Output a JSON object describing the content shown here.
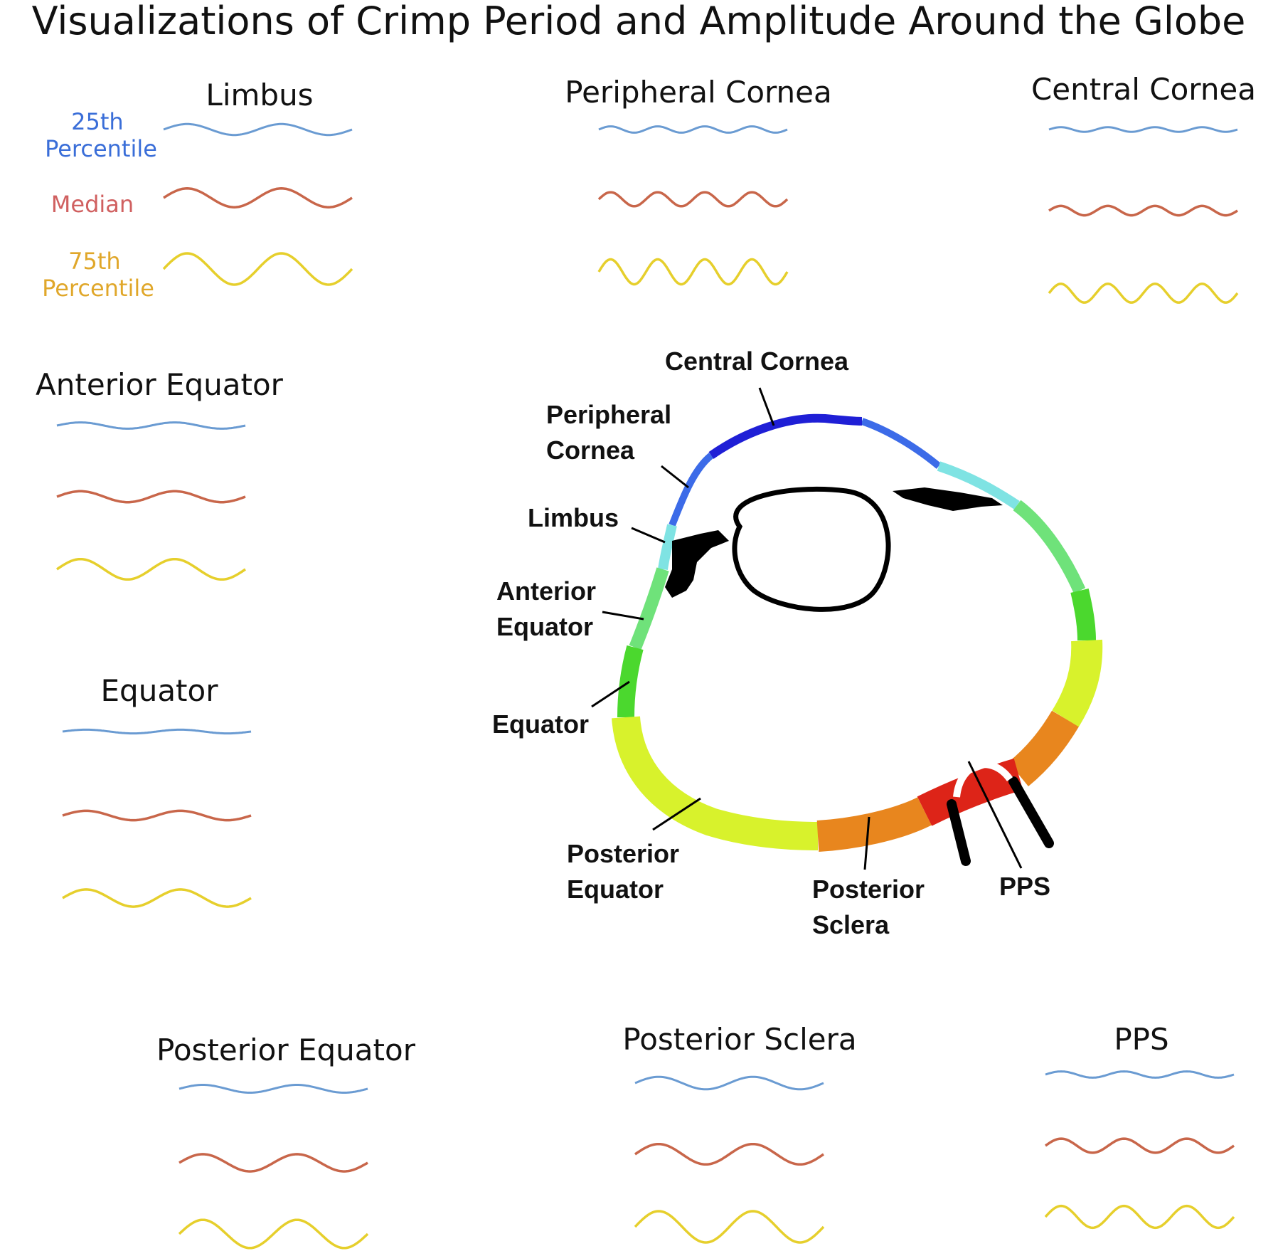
{
  "title": "Visualizations of Crimp Period and Amplitude Around the Globe",
  "legend": {
    "p25": "25th Percentile",
    "p25_lines": [
      "25th",
      "Percentile"
    ],
    "median": "Median",
    "p75": "75th Percentile",
    "p75_lines": [
      "75th",
      "Percentile"
    ]
  },
  "colors": {
    "p25": "#6a9bd2",
    "median": "#c8664a",
    "p75": "#e6cf2c",
    "p25_label": "#3a6ed8",
    "median_label": "#d06060",
    "p75_label": "#e0a72a",
    "central_cornea": "#1f1fd6",
    "peripheral_cornea": "#3c6be8",
    "limbus": "#7fe3e3",
    "anterior_equator": "#6fe27a",
    "equator": "#4bd82e",
    "posterior_equator": "#d8f22c",
    "posterior_sclera": "#e8861e",
    "pps": "#dd2418"
  },
  "regions": [
    {
      "id": "limbus",
      "name": "Limbus",
      "waves": [
        {
          "period": 2,
          "amplitude": 0.35
        },
        {
          "period": 2,
          "amplitude": 0.6
        },
        {
          "period": 2,
          "amplitude": 1.0
        }
      ]
    },
    {
      "id": "peripheral_cornea",
      "name": "Peripheral Cornea",
      "waves": [
        {
          "period": 4,
          "amplitude": 0.2
        },
        {
          "period": 4,
          "amplitude": 0.45
        },
        {
          "period": 4,
          "amplitude": 0.8
        }
      ]
    },
    {
      "id": "central_cornea",
      "name": "Central Cornea",
      "waves": [
        {
          "period": 4,
          "amplitude": 0.15
        },
        {
          "period": 4,
          "amplitude": 0.3
        },
        {
          "period": 4,
          "amplitude": 0.6
        }
      ]
    },
    {
      "id": "anterior_equator",
      "name": "Anterior Equator",
      "waves": [
        {
          "period": 2,
          "amplitude": 0.2
        },
        {
          "period": 2,
          "amplitude": 0.35
        },
        {
          "period": 2,
          "amplitude": 0.65
        }
      ]
    },
    {
      "id": "equator",
      "name": "Equator",
      "waves": [
        {
          "period": 2,
          "amplitude": 0.12
        },
        {
          "period": 2,
          "amplitude": 0.3
        },
        {
          "period": 2,
          "amplitude": 0.55
        }
      ]
    },
    {
      "id": "posterior_equator",
      "name": "Posterior Equator",
      "waves": [
        {
          "period": 2,
          "amplitude": 0.25
        },
        {
          "period": 2,
          "amplitude": 0.55
        },
        {
          "period": 2,
          "amplitude": 0.9
        }
      ]
    },
    {
      "id": "posterior_sclera",
      "name": "Posterior Sclera",
      "waves": [
        {
          "period": 2,
          "amplitude": 0.4
        },
        {
          "period": 2,
          "amplitude": 0.65
        },
        {
          "period": 2,
          "amplitude": 1.0
        }
      ]
    },
    {
      "id": "pps",
      "name": "PPS",
      "waves": [
        {
          "period": 3,
          "amplitude": 0.2
        },
        {
          "period": 3,
          "amplitude": 0.45
        },
        {
          "period": 3,
          "amplitude": 0.7
        }
      ]
    }
  ],
  "globe_labels": {
    "central_cornea": "Central Cornea",
    "peripheral_cornea": [
      "Peripheral",
      "Cornea"
    ],
    "limbus": "Limbus",
    "anterior_equator": [
      "Anterior",
      "Equator"
    ],
    "equator": "Equator",
    "posterior_equator": [
      "Posterior",
      "Equator"
    ],
    "posterior_sclera": [
      "Posterior",
      "Sclera"
    ],
    "pps": "PPS"
  }
}
